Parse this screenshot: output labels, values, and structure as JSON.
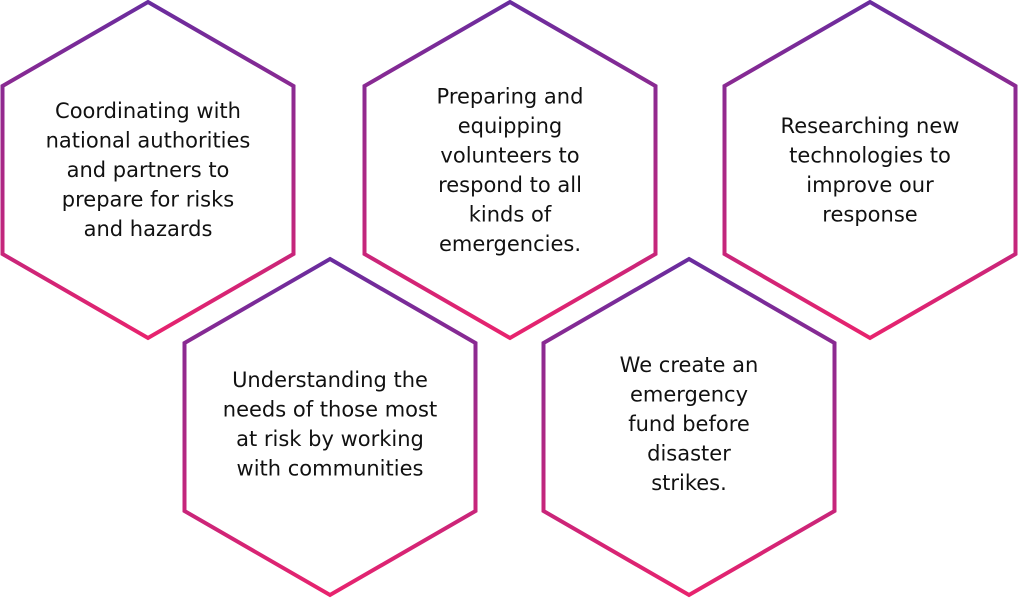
{
  "gradient": {
    "top_color": "#6a2c9e",
    "bottom_color": "#e8236e"
  },
  "hexagons": [
    {
      "id": "coordinating",
      "lines": [
        "Coordinating with",
        "national authorities",
        "and partners to",
        "prepare for risks",
        "and hazards"
      ]
    },
    {
      "id": "preparing",
      "lines": [
        "Preparing and",
        "equipping",
        "volunteers to",
        "respond to all",
        "kinds of",
        "emergencies."
      ]
    },
    {
      "id": "researching",
      "lines": [
        "Researching new",
        "technologies to",
        "improve our",
        "response"
      ]
    },
    {
      "id": "understanding",
      "lines": [
        "Understanding the",
        "needs of those most",
        "at risk by working",
        "with communities"
      ]
    },
    {
      "id": "emergency-fund",
      "lines": [
        "We create an",
        "emergency",
        "fund before",
        "disaster",
        "strikes."
      ]
    }
  ]
}
